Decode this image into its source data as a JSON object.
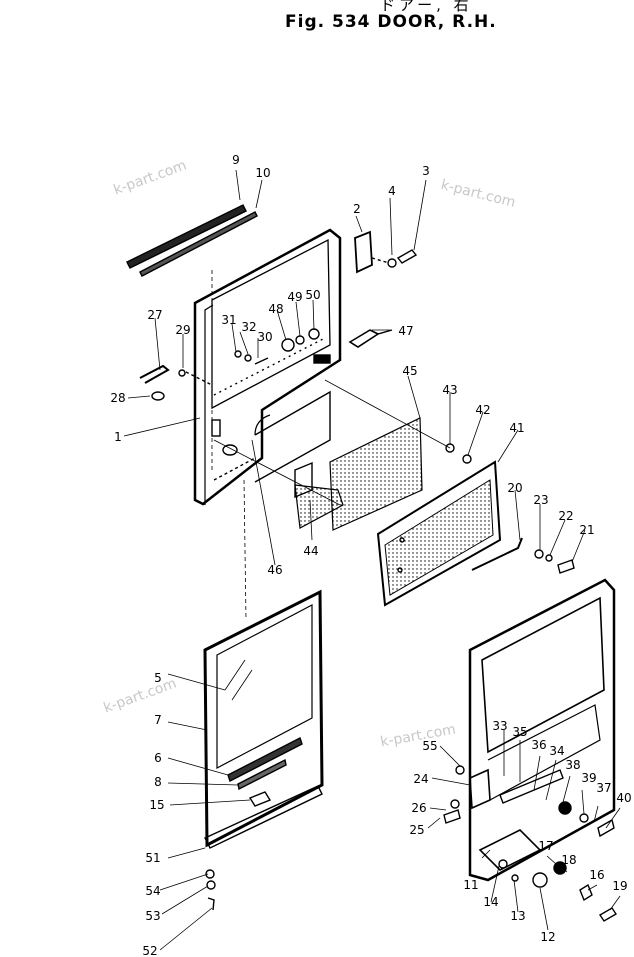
{
  "header": {
    "subtitle": "ドアー, 右",
    "title": "Fig. 534   DOOR, R.H."
  },
  "watermarks": [
    "k-part.com",
    "k-part.com",
    "k-part.com",
    "k-part.com"
  ],
  "callouts": {
    "c1": "1",
    "c2": "2",
    "c3": "3",
    "c4": "4",
    "c5": "5",
    "c6": "6",
    "c7": "7",
    "c8": "8",
    "c9": "9",
    "c10": "10",
    "c11": "11",
    "c12": "12",
    "c13": "13",
    "c14": "14",
    "c15": "15",
    "c16": "16",
    "c17": "17",
    "c18": "18",
    "c19": "19",
    "c20": "20",
    "c21": "21",
    "c22": "22",
    "c23": "23",
    "c24": "24",
    "c25": "25",
    "c26": "26",
    "c27": "27",
    "c28": "28",
    "c29": "29",
    "c30": "30",
    "c31": "31",
    "c32": "32",
    "c33": "33",
    "c34": "34",
    "c35": "35",
    "c36": "36",
    "c37": "37",
    "c38": "38",
    "c39": "39",
    "c40": "40",
    "c41": "41",
    "c42": "42",
    "c43": "43",
    "c44": "44",
    "c45": "45",
    "c46": "46",
    "c47": "47",
    "c48": "48",
    "c49": "49",
    "c50": "50",
    "c51": "51",
    "c52": "52",
    "c53": "53",
    "c54": "54",
    "c55": "55"
  }
}
